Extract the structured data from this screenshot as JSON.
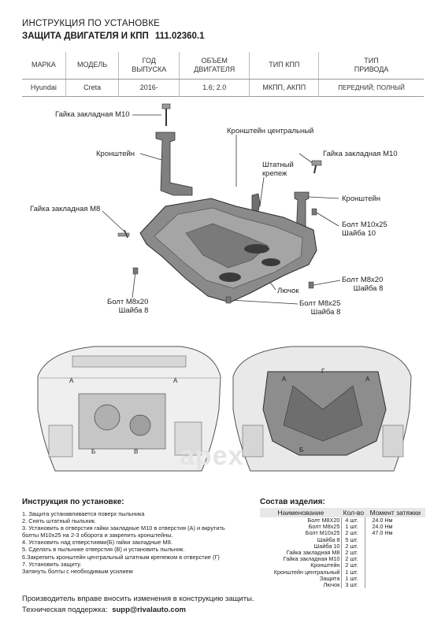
{
  "header": {
    "line1": "ИНСТРУКЦИЯ ПО УСТАНОВКЕ",
    "line2": "ЗАЩИТА ДВИГАТЕЛЯ И КПП",
    "article": "111.02360.1"
  },
  "spec_table": {
    "headers": [
      "МАРКА",
      "МОДЕЛЬ",
      "ГОД\nВЫПУСКА",
      "ОБЪЕМ\nДВИГАТЕЛЯ",
      "ТИП КПП",
      "ТИП\nПРИВОДА"
    ],
    "row": [
      "Hyundai",
      "Creta",
      "2016-",
      "1.6; 2.0",
      "МКПП, АКПП",
      "ПЕРЕДНИЙ; ПОЛНЫЙ"
    ]
  },
  "callouts": {
    "nut_m10_top": "Гайка закладная М10",
    "bracket_left": "Кронштейн",
    "bracket_center": "Кронштейн центральный",
    "nut_m10_right": "Гайка закладная М10",
    "std_fastener": "Штатный\nкрепеж",
    "nut_m8": "Гайка закладная М8",
    "bracket_right": "Кронштейн",
    "bolt_m10": "Болт М10х25\nШайба 10",
    "bolt_m8_left": "Болт М8х20\nШайба 8",
    "bolt_m8_right": "Болт М8х20\nШайба 8",
    "hatch": "Лючок",
    "bolt_m8x25": "Болт М8х25\nШайба 8"
  },
  "marks": {
    "a1": "А",
    "a2": "А",
    "b1": "Б",
    "v1": "В",
    "g1": "Г",
    "a3": "А",
    "a4": "А",
    "b2": "Б"
  },
  "logo": "аpex",
  "instructions": {
    "title": "Инструкция по установке:",
    "steps": [
      "1. Защита устанавливается поверх пыльника",
      "2. Снять штатный пыльник.",
      "3. Установить в отверстия гайки закладные М10 в отверстия (А) и вкрутить",
      "болты М10х25 на 2-3 оборота и закрепить кронштейны.",
      "4. Установить над отверстиями(Б) гайки закладные М8.",
      "5. Сделать в пыльнике отверстия (В) и установить пыльник.",
      "6.Закрепить кронштейн центральный штатным крепежом в отверстие (Г)",
      "7. Установить защиту.",
      "Затянуть болты с необходимым усилием"
    ]
  },
  "composition": {
    "title": "Состав изделия:",
    "headers": [
      "Наименование",
      "Кол-во",
      "Момент затяжки"
    ],
    "rows": [
      [
        "Болт М8Х20",
        "4 шт.",
        "24.0 Нм"
      ],
      [
        "Болт М8х25",
        "1 шт.",
        "24.0 Нм"
      ],
      [
        "Болт М10х25",
        "2 шт.",
        "47.0 Нм"
      ],
      [
        "Шайба 8",
        "5 шт.",
        ""
      ],
      [
        "Шайба 10",
        "2 шт.",
        ""
      ],
      [
        "Гайка закладная М8",
        "2 шт.",
        ""
      ],
      [
        "Гайка закладная М10",
        "2 шт.",
        ""
      ],
      [
        "Кронштейн",
        "2 шт.",
        ""
      ],
      [
        "Кронштейн центральный",
        "1 шт.",
        ""
      ],
      [
        "Защита",
        "1 шт.",
        ""
      ],
      [
        "Лючок",
        "3 шт.",
        ""
      ]
    ]
  },
  "footer": {
    "line1": "Производитель вправе вносить изменения в конструкцию защиты.",
    "support_label": "Техническая поддержка:",
    "support_email": "supp@rivalauto.com"
  }
}
